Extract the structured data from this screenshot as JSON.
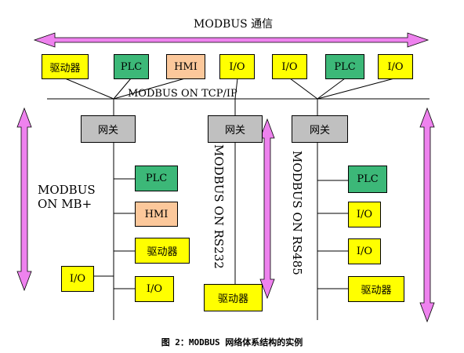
{
  "top_label": "MODBUS 通信",
  "tcp_label": "MODBUS ON TCP/IP",
  "mb_plus_label_line1": "MODBUS",
  "mb_plus_label_line2": "ON MB+",
  "rs232_label": "MODBUS ON RS232",
  "rs485_label": "MODBUS ON RS485",
  "caption": "图 2：MODBUS 网络体系结构的实例",
  "top_devices": [
    {
      "label": "驱动器",
      "color": "#ffff00"
    },
    {
      "label": "PLC",
      "color": "#3cb878"
    },
    {
      "label": "HMI",
      "color": "#fcc89b"
    },
    {
      "label": "I/O",
      "color": "#ffff00"
    },
    {
      "label": "I/O",
      "color": "#ffff00"
    },
    {
      "label": "PLC",
      "color": "#3cb878"
    },
    {
      "label": "I/O",
      "color": "#ffff00"
    }
  ],
  "gateways": [
    "网关",
    "网关",
    "网关"
  ],
  "mb_plus_devices": [
    "PLC",
    "HMI",
    "驱动器",
    "I/O",
    "I/O"
  ],
  "rs232_devices": [
    "驱动器"
  ],
  "rs485_devices": [
    "PLC",
    "I/O",
    "I/O",
    "驱动器"
  ],
  "colors": {
    "arrow": "#ee82ee",
    "yellow": "#ffff00",
    "green": "#3cb878",
    "salmon": "#fcc89b",
    "gray": "#c0c0c0"
  }
}
